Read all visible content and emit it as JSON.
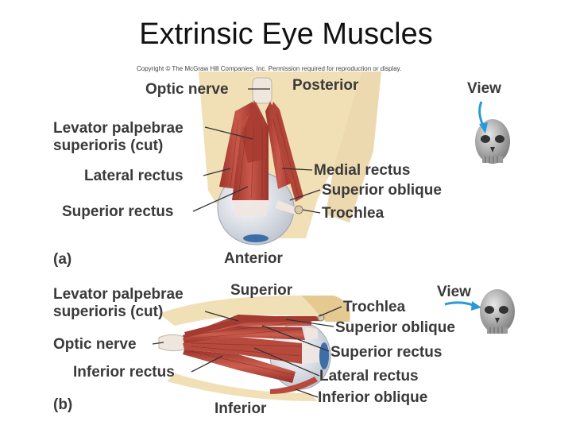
{
  "title": "Extrinsic Eye Muscles",
  "copyright": "Copyright © The McGraw Hill Companies, Inc. Permission required for reproduction or display.",
  "panel_a": {
    "tag": "(a)",
    "posterior": "Posterior",
    "anterior": "Anterior",
    "view": "View",
    "optic_nerve": "Optic nerve",
    "levator_line1": "Levator palpebrae",
    "levator_line2": "superioris (cut)",
    "lateral_rectus": "Lateral rectus",
    "superior_rectus": "Superior rectus",
    "medial_rectus": "Medial rectus",
    "superior_oblique": "Superior oblique",
    "trochlea": "Trochlea"
  },
  "panel_b": {
    "tag": "(b)",
    "superior": "Superior",
    "inferior": "Inferior",
    "view": "View",
    "levator_line1": "Levator palpebrae",
    "levator_line2": "superioris (cut)",
    "optic_nerve": "Optic nerve",
    "inferior_rectus": "Inferior rectus",
    "trochlea": "Trochlea",
    "superior_oblique": "Superior oblique",
    "superior_rectus": "Superior rectus",
    "lateral_rectus": "Lateral rectus",
    "inferior_oblique": "Inferior oblique"
  },
  "colors": {
    "muscle": "#b5473c",
    "muscle_dark": "#8c2f27",
    "tendon": "#f0e6e0",
    "bone": "#f1dfb6",
    "eyeball": "#d9dde6",
    "iris": "#3d6ea8",
    "arrow": "#2a9ad6"
  }
}
